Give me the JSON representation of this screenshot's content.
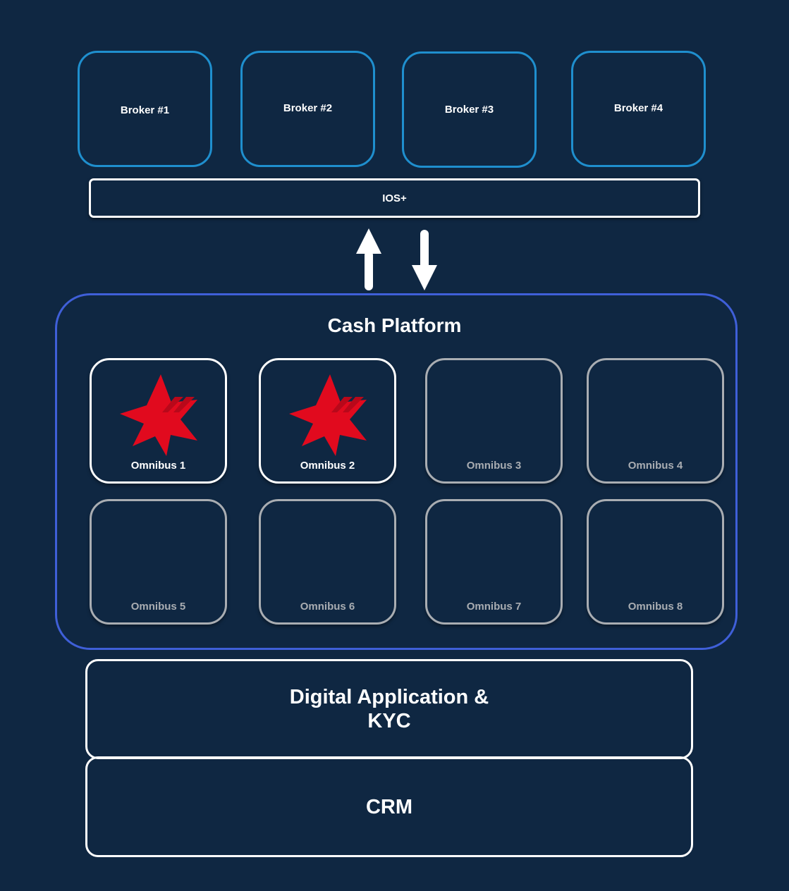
{
  "brokers": [
    {
      "label": "Broker #1"
    },
    {
      "label": "Broker #2"
    },
    {
      "label": "Broker #3"
    },
    {
      "label": "Broker #4"
    }
  ],
  "ios": {
    "label": "IOS+"
  },
  "arrows": [
    {
      "name": "up-arrow-icon",
      "direction": "up"
    },
    {
      "name": "down-arrow-icon",
      "direction": "down"
    }
  ],
  "cash_platform": {
    "title": "Cash Platform",
    "omnibuses": [
      {
        "label": "Omnibus 1",
        "active": true,
        "logo": "bank-star-logo"
      },
      {
        "label": "Omnibus 2",
        "active": true,
        "logo": "bank-star-logo"
      },
      {
        "label": "Omnibus 3",
        "active": false
      },
      {
        "label": "Omnibus 4",
        "active": false
      },
      {
        "label": "Omnibus 5",
        "active": false
      },
      {
        "label": "Omnibus 6",
        "active": false
      },
      {
        "label": "Omnibus 7",
        "active": false
      },
      {
        "label": "Omnibus 8",
        "active": false
      }
    ]
  },
  "layers": {
    "digital": {
      "line1": "Digital Application &",
      "line2": "KYC"
    },
    "crm": {
      "label": "CRM"
    }
  },
  "colors": {
    "background": "#0f2742",
    "broker_border": "#1f8fce",
    "cash_border": "#3f5fd8",
    "inactive": "#a9adb2",
    "logo_red": "#e10a1e"
  }
}
